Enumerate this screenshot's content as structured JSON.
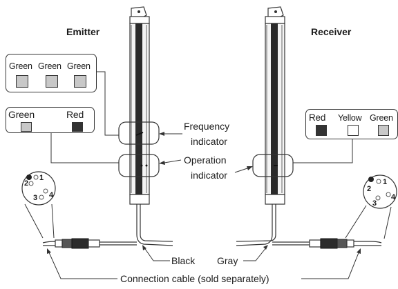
{
  "emitter": {
    "title": "Emitter",
    "freq_box": {
      "labels": [
        "Green",
        "Green",
        "Green"
      ],
      "lamp_colors": [
        "#c8c8c8",
        "#c8c8c8",
        "#c8c8c8"
      ]
    },
    "op_box": {
      "labels": [
        "Green",
        "Red"
      ],
      "lamp_colors": [
        "#c8c8c8",
        "#333333"
      ]
    }
  },
  "receiver": {
    "title": "Receiver",
    "box": {
      "labels": [
        "Red",
        "Yellow",
        "Green"
      ],
      "lamp_colors": [
        "#333333",
        "#ffffff",
        "#c8c8c8"
      ]
    }
  },
  "callouts": {
    "frequency": [
      "Frequency",
      "indicator"
    ],
    "operation": [
      "Operation",
      "indicator"
    ]
  },
  "cables": {
    "emitter_color": "Black",
    "receiver_color": "Gray",
    "connection": "Connection cable (sold separately)"
  },
  "connector_pins": [
    "1",
    "2",
    "3",
    "4"
  ]
}
